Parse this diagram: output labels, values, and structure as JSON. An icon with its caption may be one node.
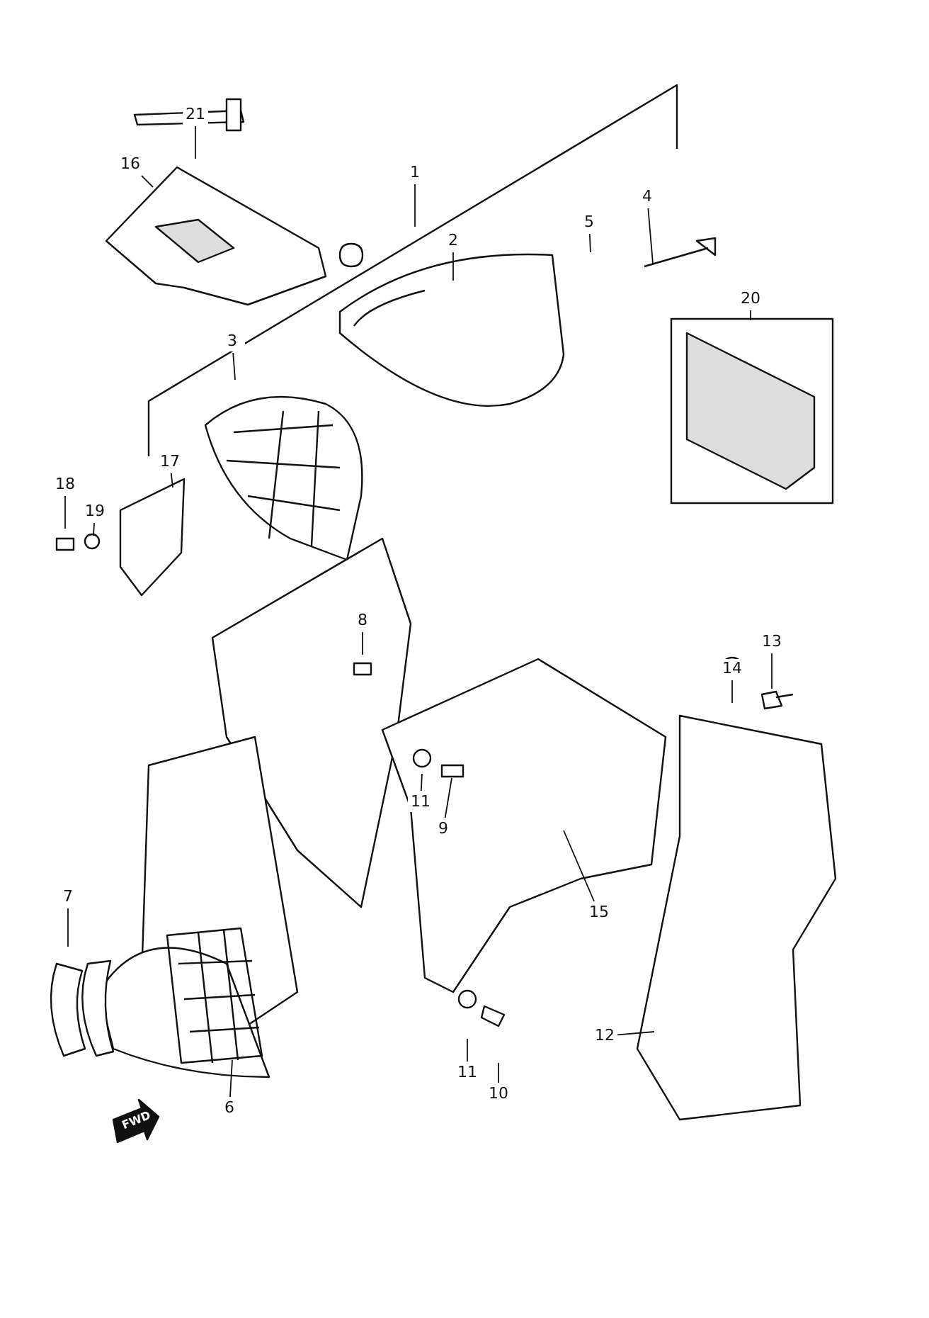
{
  "diagram": {
    "nodes": [
      {
        "text": [
          "21"
        ]
      },
      {
        "text": [
          "16"
        ]
      },
      {
        "text": [
          "1"
        ]
      },
      {
        "text": [
          "2"
        ]
      },
      {
        "text": [
          "5"
        ]
      },
      {
        "text": [
          "4"
        ]
      },
      {
        "text": [
          "20"
        ]
      },
      {
        "text": [
          "3"
        ]
      },
      {
        "text": [
          "18"
        ]
      },
      {
        "text": [
          "19"
        ]
      },
      {
        "text": [
          "17"
        ]
      },
      {
        "text": [
          "8"
        ]
      },
      {
        "text": [
          "13"
        ]
      },
      {
        "text": [
          "14"
        ]
      },
      {
        "text": [
          "11"
        ]
      },
      {
        "text": [
          "9"
        ]
      },
      {
        "text": [
          "15"
        ]
      },
      {
        "text": [
          "7"
        ]
      },
      {
        "text": [
          "11"
        ]
      },
      {
        "text": [
          "10"
        ]
      },
      {
        "text": [
          "12"
        ]
      },
      {
        "text": [
          "6"
        ]
      }
    ],
    "edges": [
      {
        "from": 0,
        "to": null,
        "arrow": "none"
      },
      {
        "from": 1,
        "to": null,
        "arrow": "none"
      },
      {
        "from": 2,
        "to": null,
        "arrow": "none"
      },
      {
        "from": 3,
        "to": null,
        "arrow": "none"
      },
      {
        "from": 4,
        "to": null,
        "arrow": "none"
      },
      {
        "from": 5,
        "to": null,
        "arrow": "none"
      },
      {
        "from": 6,
        "to": null,
        "arrow": "none"
      },
      {
        "from": 7,
        "to": null,
        "arrow": "none"
      },
      {
        "from": 8,
        "to": null,
        "arrow": "none"
      },
      {
        "from": 9,
        "to": null,
        "arrow": "none"
      },
      {
        "from": 10,
        "to": null,
        "arrow": "none"
      },
      {
        "from": 11,
        "to": null,
        "arrow": "none"
      },
      {
        "from": 12,
        "to": null,
        "arrow": "none"
      },
      {
        "from": 13,
        "to": null,
        "arrow": "none"
      },
      {
        "from": 14,
        "to": null,
        "arrow": "none"
      },
      {
        "from": 15,
        "to": null,
        "arrow": "none"
      },
      {
        "from": 16,
        "to": null,
        "arrow": "none"
      },
      {
        "from": 17,
        "to": null,
        "arrow": "none"
      },
      {
        "from": 18,
        "to": null,
        "arrow": "none"
      },
      {
        "from": 19,
        "to": null,
        "arrow": "none"
      },
      {
        "from": 20,
        "to": null,
        "arrow": "none"
      },
      {
        "from": 21,
        "to": null,
        "arrow": "none"
      }
    ],
    "labels": [
      "FWD"
    ]
  }
}
